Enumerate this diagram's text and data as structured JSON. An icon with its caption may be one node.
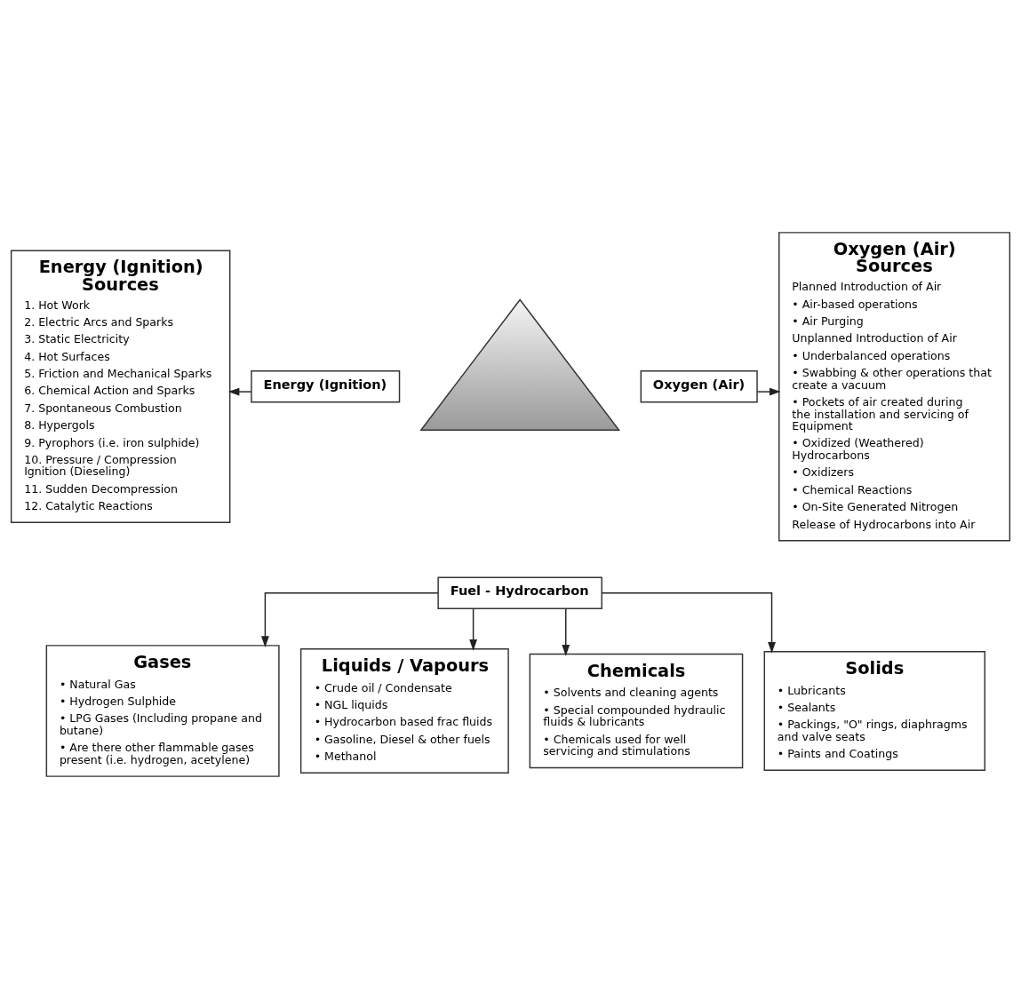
{
  "diagram": {
    "nodes": [
      {
        "text": [
          "Energy (Ignition) Sources",
          "1. Hot Work",
          "2. Electric Arcs and Sparks",
          "3. Static Electricity",
          "4. Hot Surfaces",
          "5. Friction and Mechanical Sparks",
          "6. Chemical Action and Sparks",
          "7. Spontaneous Combustion",
          "8. Hypergols",
          "9. Pyrophors (i.e. iron sulphide)",
          "10. Pressure / Compression Ignition (Dieseling)",
          "11. Sudden Decompression",
          "12. Catalytic Reactions"
        ]
      },
      {
        "text": [
          "Oxygen (Air) Sources",
          "Planned Introduction of Air",
          "• Air-based operations",
          "• Air Purging",
          "Unplanned Introduction of Air",
          "• Underbalanced operations",
          "• Swabbing & other operations that create a vacuum",
          "• Pockets of air created during the installation and servicing of Equipment",
          "• Oxidized (Weathered) Hydrocarbons",
          "• Oxidizers",
          "• Chemical Reactions",
          "• On-Site Generated Nitrogen",
          "Release of Hydrocarbons into Air"
        ]
      },
      {
        "text": [],
        "shape": "triangle"
      },
      {
        "text": [
          "Energy (Ignition)"
        ]
      },
      {
        "text": [
          "Oxygen (Air)"
        ]
      },
      {
        "text": [
          "Fuel - Hydrocarbon"
        ]
      },
      {
        "text": [
          "Gases",
          "• Natural Gas",
          "• Hydrogen Sulphide",
          "• LPG Gases (Including propane and butane)",
          "• Are there other flammable gases present (i.e. hydrogen, acetylene)"
        ]
      },
      {
        "text": [
          "Liquids / Vapours",
          "• Crude oil / Condensate",
          "• NGL liquids",
          "• Hydrocarbon based frac fluids",
          "• Gasoline, Diesel & other fuels",
          "• Methanol"
        ]
      },
      {
        "text": [
          "Chemicals",
          "• Solvents and cleaning agents",
          "• Special compounded hydraulic fluids & lubricants",
          "• Chemicals used for well servicing and stimulations"
        ]
      },
      {
        "text": [
          "Solids",
          "• Lubricants",
          "• Sealants",
          "• Packings, \"O\" rings, diaphragms and valve seats",
          "• Paints and Coatings"
        ]
      }
    ],
    "edges": [
      {
        "from": 3,
        "to": 0,
        "arrow": "to"
      },
      {
        "from": 4,
        "to": 1,
        "arrow": "to"
      },
      {
        "from": 5,
        "to": 6,
        "arrow": "to"
      },
      {
        "from": 5,
        "to": 7,
        "arrow": "to"
      },
      {
        "from": 5,
        "to": 8,
        "arrow": "to"
      },
      {
        "from": 5,
        "to": 9,
        "arrow": "to"
      }
    ]
  }
}
